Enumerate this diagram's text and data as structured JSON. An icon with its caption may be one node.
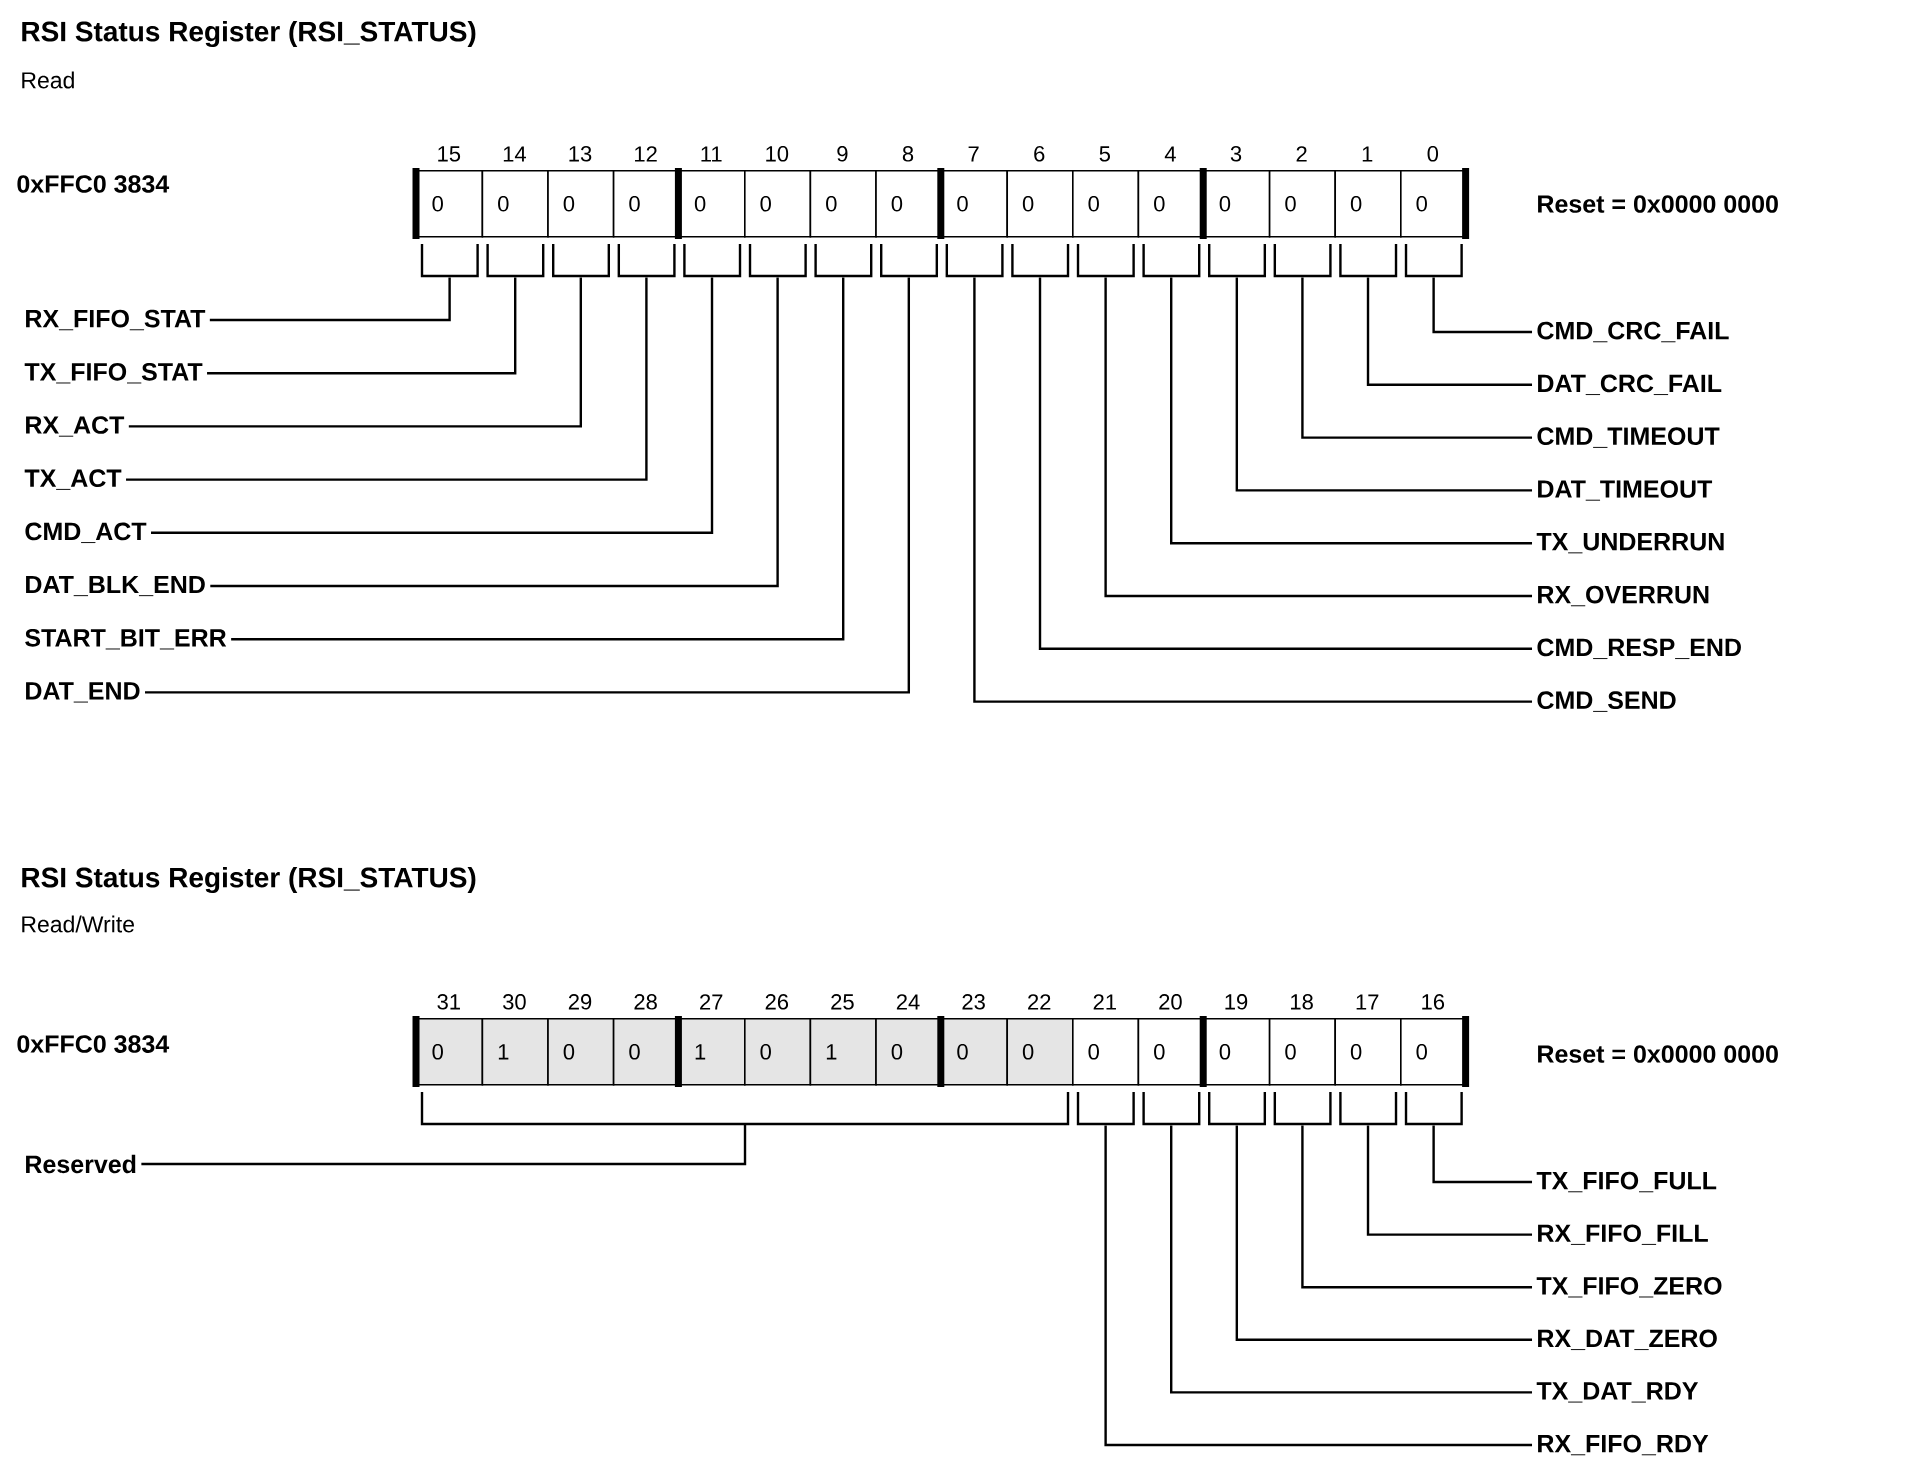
{
  "diagram": {
    "nodes": [
      {
        "text": [
          "0"
        ],
        "beside": [
          "15"
        ]
      },
      {
        "text": [
          "0"
        ],
        "beside": [
          "14"
        ]
      },
      {
        "text": [
          "0"
        ],
        "beside": [
          "13"
        ]
      },
      {
        "text": [
          "0"
        ],
        "beside": [
          "12"
        ]
      },
      {
        "text": [
          "0"
        ],
        "beside": [
          "11"
        ]
      },
      {
        "text": [
          "0"
        ],
        "beside": [
          "10"
        ]
      },
      {
        "text": [
          "0"
        ],
        "beside": [
          "9"
        ]
      },
      {
        "text": [
          "0"
        ],
        "beside": [
          "8"
        ]
      },
      {
        "text": [
          "0"
        ],
        "beside": [
          "7"
        ]
      },
      {
        "text": [
          "0"
        ],
        "beside": [
          "6"
        ]
      },
      {
        "text": [
          "0"
        ],
        "beside": [
          "5"
        ]
      },
      {
        "text": [
          "0"
        ],
        "beside": [
          "4"
        ]
      },
      {
        "text": [
          "0"
        ],
        "beside": [
          "3"
        ]
      },
      {
        "text": [
          "0"
        ],
        "beside": [
          "2"
        ]
      },
      {
        "text": [
          "0"
        ],
        "beside": [
          "1"
        ]
      },
      {
        "text": [
          "0"
        ],
        "beside": [
          "0"
        ]
      },
      {
        "text": [
          "RX_FIFO_STAT"
        ]
      },
      {
        "text": [
          "TX_FIFO_STAT"
        ]
      },
      {
        "text": [
          "RX_ACT"
        ]
      },
      {
        "text": [
          "TX_ACT"
        ]
      },
      {
        "text": [
          "CMD_ACT"
        ]
      },
      {
        "text": [
          "DAT_BLK_END"
        ]
      },
      {
        "text": [
          "START_BIT_ERR"
        ]
      },
      {
        "text": [
          "DAT_END"
        ]
      },
      {
        "text": [
          "CMD_CRC_FAIL"
        ]
      },
      {
        "text": [
          "DAT_CRC_FAIL"
        ]
      },
      {
        "text": [
          "CMD_TIMEOUT"
        ]
      },
      {
        "text": [
          "DAT_TIMEOUT"
        ]
      },
      {
        "text": [
          "TX_UNDERRUN"
        ]
      },
      {
        "text": [
          "RX_OVERRUN"
        ]
      },
      {
        "text": [
          "CMD_RESP_END"
        ]
      },
      {
        "text": [
          "CMD_SEND"
        ]
      },
      {
        "text": [
          "0"
        ],
        "beside": [
          "31"
        ]
      },
      {
        "text": [
          "1"
        ],
        "beside": [
          "30"
        ]
      },
      {
        "text": [
          "0"
        ],
        "beside": [
          "29"
        ]
      },
      {
        "text": [
          "0"
        ],
        "beside": [
          "28"
        ]
      },
      {
        "text": [
          "1"
        ],
        "beside": [
          "27"
        ]
      },
      {
        "text": [
          "0"
        ],
        "beside": [
          "26"
        ]
      },
      {
        "text": [
          "1"
        ],
        "beside": [
          "25"
        ]
      },
      {
        "text": [
          "0"
        ],
        "beside": [
          "24"
        ]
      },
      {
        "text": [
          "0"
        ],
        "beside": [
          "23"
        ]
      },
      {
        "text": [
          "0"
        ],
        "beside": [
          "22"
        ]
      },
      {
        "text": [
          "0"
        ],
        "beside": [
          "21"
        ]
      },
      {
        "text": [
          "0"
        ],
        "beside": [
          "20"
        ]
      },
      {
        "text": [
          "0"
        ],
        "beside": [
          "19"
        ]
      },
      {
        "text": [
          "0"
        ],
        "beside": [
          "18"
        ]
      },
      {
        "text": [
          "0"
        ],
        "beside": [
          "17"
        ]
      },
      {
        "text": [
          "0"
        ],
        "beside": [
          "16"
        ]
      },
      {
        "text": [
          "Reserved"
        ]
      },
      {
        "text": [
          "TX_FIFO_FULL"
        ]
      },
      {
        "text": [
          "RX_FIFO_FILL"
        ]
      },
      {
        "text": [
          "TX_FIFO_ZERO"
        ]
      },
      {
        "text": [
          "RX_DAT_ZERO"
        ]
      },
      {
        "text": [
          "TX_DAT_RDY"
        ]
      },
      {
        "text": [
          "RX_FIFO_RDY"
        ]
      },
      {
        "text": [],
        "shape": "bar"
      }
    ],
    "edges": [
      {
        "from": 16,
        "to": 0,
        "arrow": "none"
      },
      {
        "from": 17,
        "to": 1,
        "arrow": "none"
      },
      {
        "from": 18,
        "to": 2,
        "arrow": "none"
      },
      {
        "from": 19,
        "to": 3,
        "arrow": "none"
      },
      {
        "from": 20,
        "to": 4,
        "arrow": "none"
      },
      {
        "from": 21,
        "to": 5,
        "arrow": "none"
      },
      {
        "from": 22,
        "to": 6,
        "arrow": "none"
      },
      {
        "from": 23,
        "to": 7,
        "arrow": "none"
      },
      {
        "from": 24,
        "to": 15,
        "arrow": "none"
      },
      {
        "from": 25,
        "to": 14,
        "arrow": "none"
      },
      {
        "from": 26,
        "to": 13,
        "arrow": "none"
      },
      {
        "from": 27,
        "to": 12,
        "arrow": "none"
      },
      {
        "from": 28,
        "to": 11,
        "arrow": "none"
      },
      {
        "from": 29,
        "to": 10,
        "arrow": "none"
      },
      {
        "from": 30,
        "to": 9,
        "arrow": "none"
      },
      {
        "from": 31,
        "to": 8,
        "arrow": "none"
      },
      {
        "from": 48,
        "to": 55,
        "arrow": "none"
      },
      {
        "from": 49,
        "to": 47,
        "arrow": "none"
      },
      {
        "from": 50,
        "to": 46,
        "arrow": "none"
      },
      {
        "from": 51,
        "to": 45,
        "arrow": "none"
      },
      {
        "from": 52,
        "to": 44,
        "arrow": "none"
      },
      {
        "from": 53,
        "to": 43,
        "arrow": "none"
      },
      {
        "from": 54,
        "to": 42,
        "arrow": "none"
      }
    ],
    "labels": [
      "RSI Status Register (RSI_STATUS)",
      "Read",
      "0xFFC0 3834",
      "Reset = 0x0000 0000",
      "RSI Status Register (RSI_STATUS)",
      "Read/Write",
      "0xFFC0 3834",
      "Reset = 0x0000 0000"
    ]
  }
}
